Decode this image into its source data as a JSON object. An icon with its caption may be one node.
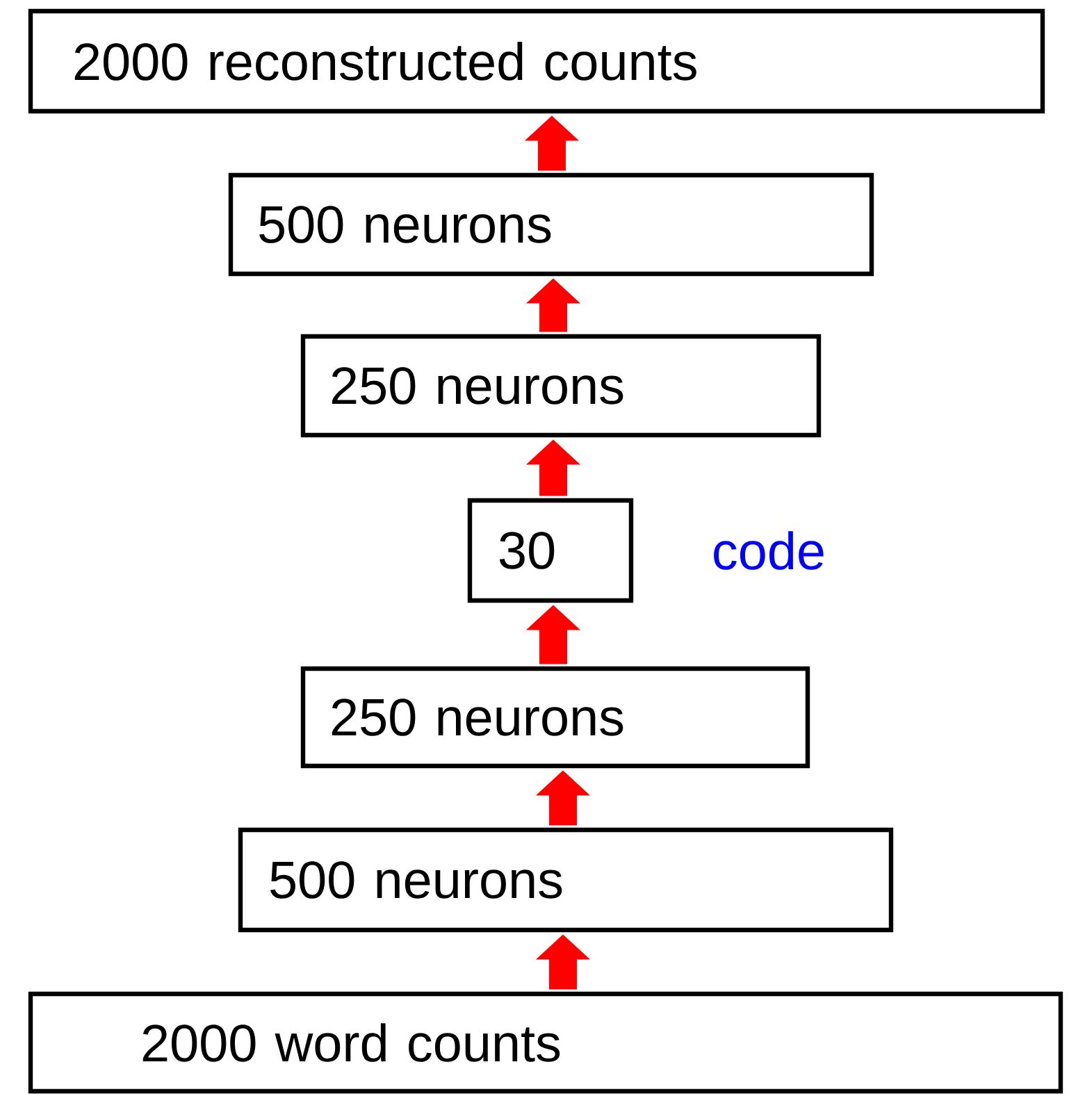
{
  "diagram": {
    "nodes": [
      {
        "text": [
          "2000  reconstructed counts"
        ]
      },
      {
        "text": [
          "500 neurons"
        ]
      },
      {
        "text": [
          "250 neurons"
        ]
      },
      {
        "text": [
          "30"
        ]
      },
      {
        "text": [
          "250 neurons"
        ]
      },
      {
        "text": [
          "500 neurons"
        ]
      },
      {
        "text": [
          "2000  word counts"
        ]
      }
    ],
    "edges": [
      {
        "from": 6,
        "to": 5,
        "arrow": "to"
      },
      {
        "from": 5,
        "to": 4,
        "arrow": "to"
      },
      {
        "from": 4,
        "to": 3,
        "arrow": "to"
      },
      {
        "from": 3,
        "to": 2,
        "arrow": "to"
      },
      {
        "from": 2,
        "to": 1,
        "arrow": "to"
      },
      {
        "from": 1,
        "to": 0,
        "arrow": "to"
      }
    ],
    "labels": [
      "code"
    ]
  }
}
